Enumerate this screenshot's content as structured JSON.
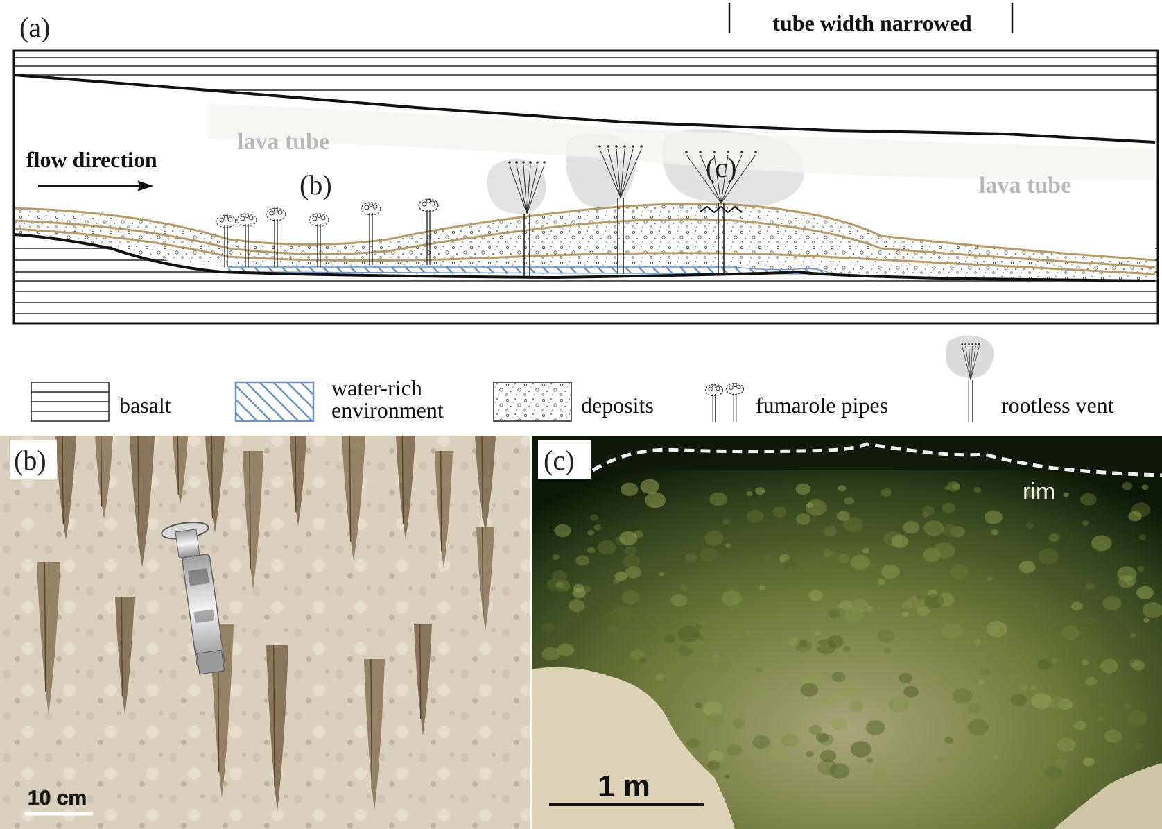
{
  "figure": {
    "schematic": {
      "tag": "(a)",
      "top_label": "tube width narrowed",
      "flow_label": "flow direction",
      "lava_tube_left": "lava tube",
      "lava_tube_right": "lava tube",
      "marker_b": "(b)",
      "marker_c": "(c)"
    },
    "legend": {
      "basalt": "basalt",
      "water_line1": "water-rich",
      "water_line2": "environment",
      "deposits": "deposits",
      "fumarole": "fumarole pipes",
      "rootless": "rootless vent"
    },
    "photo_b": {
      "tag": "(b)",
      "scale": "10 cm"
    },
    "photo_c": {
      "tag": "(c)",
      "rim": "rim",
      "scale": "1 m"
    },
    "colors": {
      "deposit_outline": "#b89a68",
      "water_blue": "#6b93c4",
      "lava_tube_gray": "#b8b8b8"
    }
  }
}
